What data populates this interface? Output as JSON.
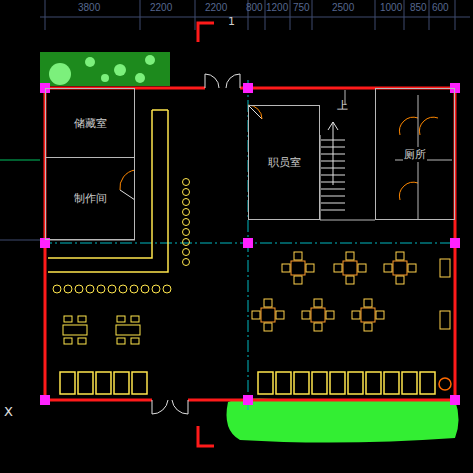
{
  "diagram": {
    "nodes": [
      {
        "text": [
          "储藏室"
        ]
      },
      {
        "text": [
          "制作间"
        ]
      },
      {
        "text": [
          "职员室"
        ]
      },
      {
        "text": [
          "厕所"
        ]
      }
    ],
    "labels": [
      "3800",
      "2200",
      "2200",
      "800",
      "1200",
      "750",
      "2500",
      "1000",
      "850",
      "600",
      "1",
      "上",
      "X"
    ]
  }
}
